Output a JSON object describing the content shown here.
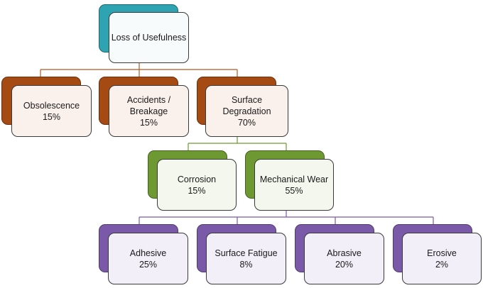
{
  "colors": {
    "root": "#2ea3b2",
    "level1": "#a44a12",
    "level2": "#6e9832",
    "level3": "#7a5aa8"
  },
  "root": {
    "label": "Loss of Usefulness"
  },
  "level1": [
    {
      "label": "Obsolescence",
      "value": "15%"
    },
    {
      "label": "Accidents /",
      "label2": "Breakage",
      "value": "15%"
    },
    {
      "label": "Surface",
      "label2": "Degradation",
      "value": "70%"
    }
  ],
  "level2": [
    {
      "label": "Corrosion",
      "value": "15%"
    },
    {
      "label": "Mechanical Wear",
      "value": "55%"
    }
  ],
  "level3": [
    {
      "label": "Adhesive",
      "value": "25%"
    },
    {
      "label": "Surface Fatigue",
      "value": "8%"
    },
    {
      "label": "Abrasive",
      "value": "20%"
    },
    {
      "label": "Erosive",
      "value": "2%"
    }
  ]
}
